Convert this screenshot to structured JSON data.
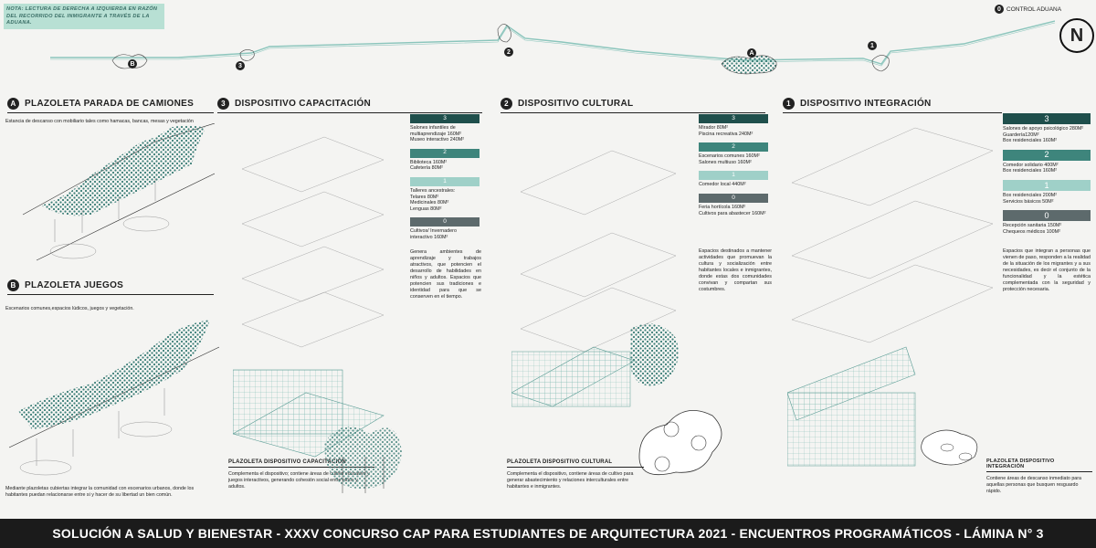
{
  "note": "NOTA: LECTURA DE DERECHA A IZQUIERDA EN RAZÓN DEL RECORRIDO DEL INMIGRANTE A TRAVÉS DE LA ADUANA.",
  "legend": {
    "marker": "0",
    "label": "CONTROL ADUANA"
  },
  "north": "N",
  "route_markers": [
    "B",
    "3",
    "2",
    "A",
    "1"
  ],
  "colors": {
    "level3": "#1f4f4c",
    "level2": "#3e857c",
    "level1": "#9fd0c8",
    "level0": "#5d6a6c",
    "accent": "#b8e0d4"
  },
  "sections": {
    "A": {
      "badge": "A",
      "title": "PLAZOLETA PARADA DE CAMIONES",
      "caption": "Estancia de descanso con mobiliario tales como hamacas, bancas, mesas y vegetación"
    },
    "B": {
      "badge": "B",
      "title": "PLAZOLETA JUEGOS",
      "caption": "Escenarios comunes,espacios lúdicos, juegos y vegetación.",
      "footer_text": "Mediante plazoletas cubiertas integrar la comunidad con escenarios urbanos, donde los habitantes puedan relacionarse entre si y hacer de su libertad un bien común."
    },
    "capacitacion": {
      "badge": "3",
      "title": "DISPOSITIVO CAPACITACIÓN",
      "levels": [
        {
          "level": "3",
          "items": [
            "Salones infantiles de",
            "multiaprendizaje 160M²",
            "Museo interactivo 240M²"
          ]
        },
        {
          "level": "2",
          "items": [
            "Biblioteca 160M²",
            "Cafetería 80M²"
          ]
        },
        {
          "level": "1",
          "items": [
            "Talleres ancestrales:",
            "Telares 80M²",
            "Medicinales 80M²",
            "Lenguas 80M²"
          ]
        },
        {
          "level": "0",
          "items": [
            "Cultivos/ Invernadero",
            "interactivo 160M²"
          ]
        }
      ],
      "description": "Genera ambientes de aprendizaje y trabajos atractivos, que potencien el desarrollo de habilidades en niños y adultos. Espacios que potencien sus tradiciones e identidad para que se conserven en el tiempo.",
      "plaza_title": "PLAZOLETA DISPOSITIVO CAPACITACIÓN",
      "plaza_text": "Complementa el dispositivo; contiene áreas de cultivo educativo y juegos interactivos, generando cohesión social entre niños y adultos."
    },
    "cultural": {
      "badge": "2",
      "title": "DISPOSITIVO CULTURAL",
      "levels": [
        {
          "level": "3",
          "items": [
            "Mirador 80M²",
            "Piscina recreativa 240M²"
          ]
        },
        {
          "level": "2",
          "items": [
            "Escenarios comunes 160M²",
            "Salones multiuso 160M²"
          ]
        },
        {
          "level": "1",
          "items": [
            "Comedor local 440M²"
          ]
        },
        {
          "level": "0",
          "items": [
            "Feria hortícola 160M²",
            "Cultivos para abastecer 160M²"
          ]
        }
      ],
      "description": "Espacios destinados a mantener actividades que promuevan la cultura y socialización entre habitantes locales e inmigrantes, donde estas dos comunidades convivan y compartan sus costumbres.",
      "plaza_title": "PLAZOLETA DISPOSITIVO CULTURAL",
      "plaza_text": "Complementa el dispositivo, contiene áreas de cultivo para generar abastecimiento y relaciones interculturales entre habitantes e inmigrantes."
    },
    "integracion": {
      "badge": "1",
      "title": "DISPOSITIVO INTEGRACIÓN",
      "levels": [
        {
          "level": "3",
          "items": [
            "Salones de apoyo psicológico 280M²",
            "Guardería120M²",
            "Box residenciales 160M²"
          ]
        },
        {
          "level": "2",
          "items": [
            "Comedor solidario 400M²",
            "Box residenciales 160M²"
          ]
        },
        {
          "level": "1",
          "items": [
            "Box residenciales 200M²",
            "Servicios básicos 50M²"
          ]
        },
        {
          "level": "0",
          "items": [
            "Recepción sanitaria 150M²",
            "Chequeos médicos 100M²"
          ]
        }
      ],
      "description": "Espacios que integran a personas que vienen de paso, responden a la realidad de la situación de los migrantes y a sus necesidades, es decir el conjunto de la funcionalidad y la estética complementada con la seguridad y protección necesaria.",
      "plaza_title": "PLAZOLETA DISPOSITIVO INTEGRACIÓN",
      "plaza_text": "Contiene áreas de descanso inmediato para aquellas personas que busquen resguardo rápido."
    }
  },
  "footer": "SOLUCIÓN A SALUD Y BIENESTAR - XXXV CONCURSO CAP PARA ESTUDIANTES DE ARQUITECTURA 2021 - ENCUENTROS PROGRAMÁTICOS  - LÁMINA N° 3"
}
